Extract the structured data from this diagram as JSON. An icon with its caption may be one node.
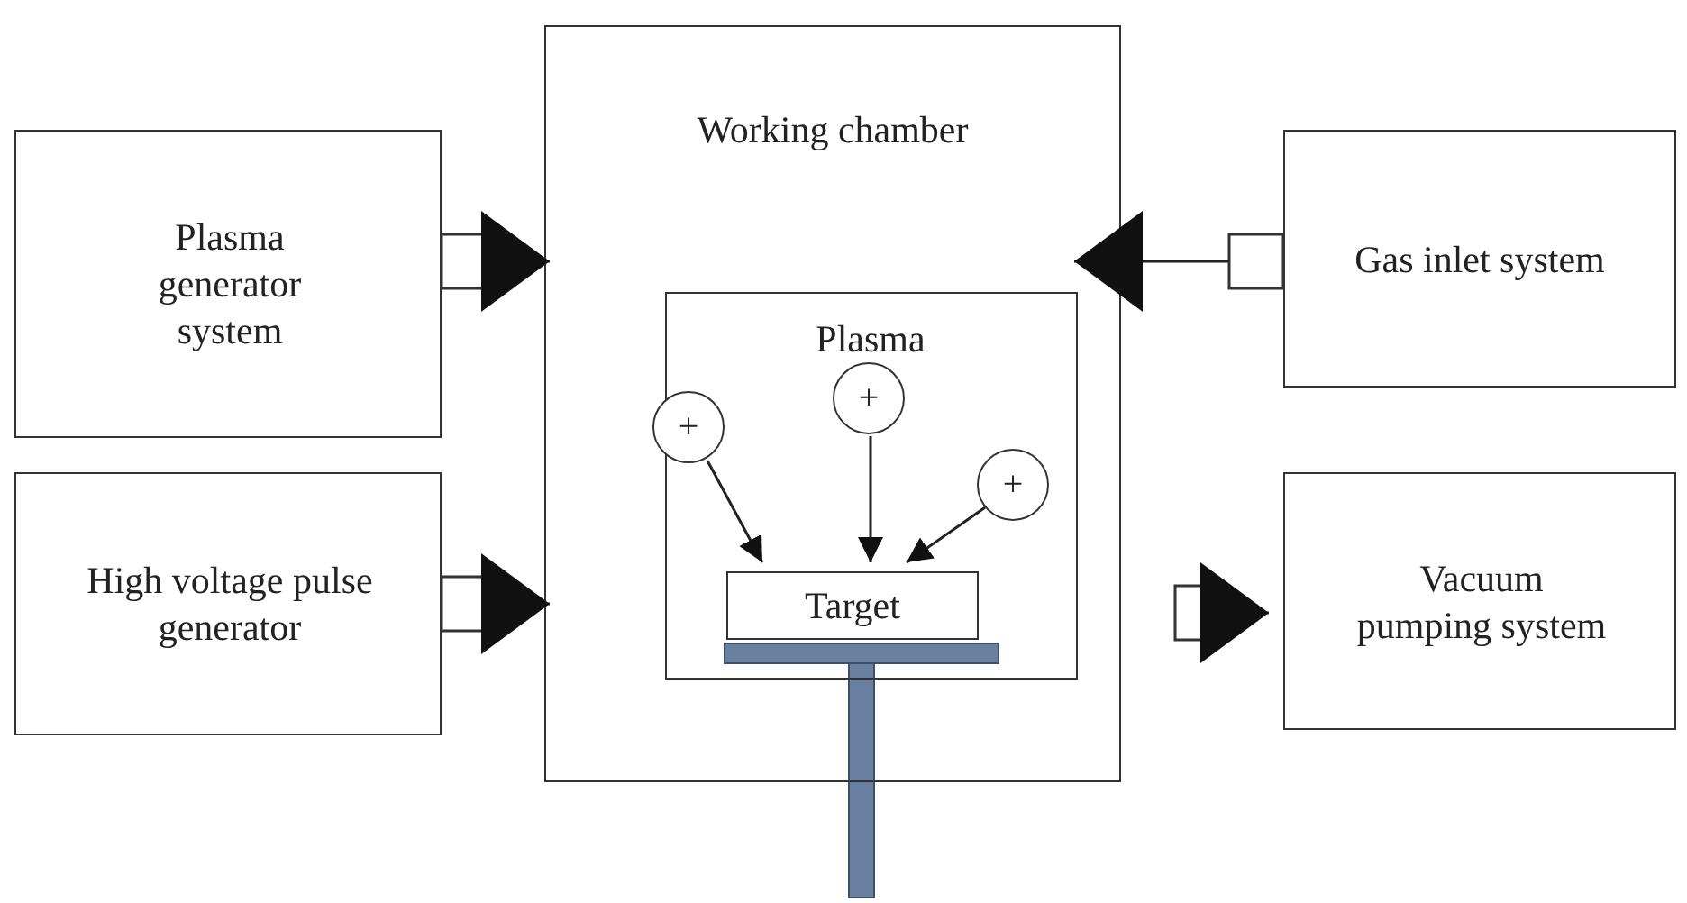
{
  "diagram": {
    "nodes": [
      {
        "text": [
          "Plasma generator system"
        ]
      },
      {
        "text": [
          "High voltage pulse generator"
        ]
      },
      {
        "text": [
          "Working chamber"
        ]
      },
      {
        "text": [
          "Plasma"
        ],
        "in": 2
      },
      {
        "text": [
          "+"
        ],
        "in": 3
      },
      {
        "text": [
          "+"
        ],
        "in": 3
      },
      {
        "text": [
          "+"
        ],
        "in": 3
      },
      {
        "text": [
          "Target"
        ],
        "in": 3
      },
      {
        "text": [
          "Gas inlet system"
        ]
      },
      {
        "text": [
          "Vacuum pumping system"
        ]
      }
    ],
    "edges": [
      {
        "from": 0,
        "to": 2,
        "arrow": "to"
      },
      {
        "from": 1,
        "to": 2,
        "arrow": "to"
      },
      {
        "from": 8,
        "to": 2,
        "arrow": "to"
      },
      {
        "from": 2,
        "to": 9,
        "arrow": "to"
      },
      {
        "from": 4,
        "to": 7,
        "arrow": "to"
      },
      {
        "from": 5,
        "to": 7,
        "arrow": "to"
      },
      {
        "from": 6,
        "to": 7,
        "arrow": "to"
      }
    ]
  }
}
